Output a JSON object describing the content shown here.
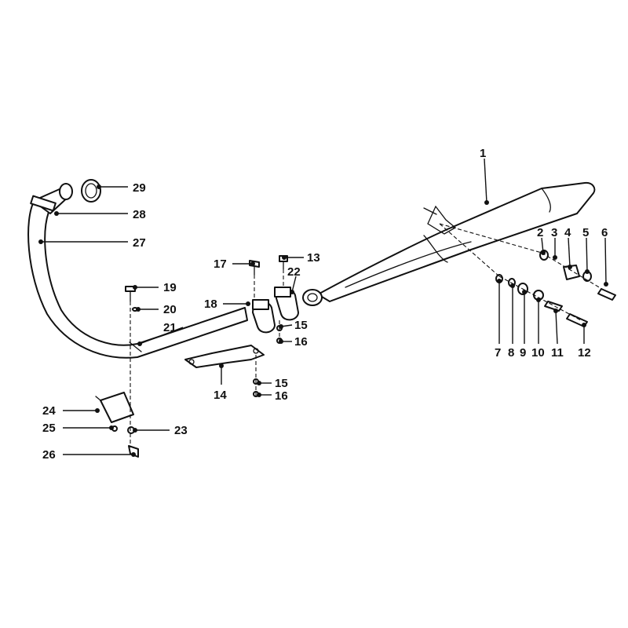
{
  "diagram": {
    "callouts": [
      {
        "id": "1",
        "text": "1"
      },
      {
        "id": "2",
        "text": "2"
      },
      {
        "id": "3",
        "text": "3"
      },
      {
        "id": "4",
        "text": "4"
      },
      {
        "id": "5",
        "text": "5"
      },
      {
        "id": "6",
        "text": "6"
      },
      {
        "id": "7",
        "text": "7"
      },
      {
        "id": "8",
        "text": "8"
      },
      {
        "id": "9",
        "text": "9"
      },
      {
        "id": "10",
        "text": "10"
      },
      {
        "id": "11",
        "text": "11"
      },
      {
        "id": "12",
        "text": "12"
      },
      {
        "id": "13",
        "text": "13"
      },
      {
        "id": "14",
        "text": "14"
      },
      {
        "id": "15a",
        "text": "15"
      },
      {
        "id": "15b",
        "text": "15"
      },
      {
        "id": "16a",
        "text": "16"
      },
      {
        "id": "16b",
        "text": "16"
      },
      {
        "id": "17",
        "text": "17"
      },
      {
        "id": "18",
        "text": "18"
      },
      {
        "id": "19",
        "text": "19"
      },
      {
        "id": "20",
        "text": "20"
      },
      {
        "id": "21",
        "text": "21"
      },
      {
        "id": "22",
        "text": "22"
      },
      {
        "id": "23",
        "text": "23"
      },
      {
        "id": "24",
        "text": "24"
      },
      {
        "id": "25",
        "text": "25"
      },
      {
        "id": "26",
        "text": "26"
      },
      {
        "id": "27",
        "text": "27"
      },
      {
        "id": "28",
        "text": "28"
      },
      {
        "id": "29",
        "text": "29"
      }
    ]
  }
}
